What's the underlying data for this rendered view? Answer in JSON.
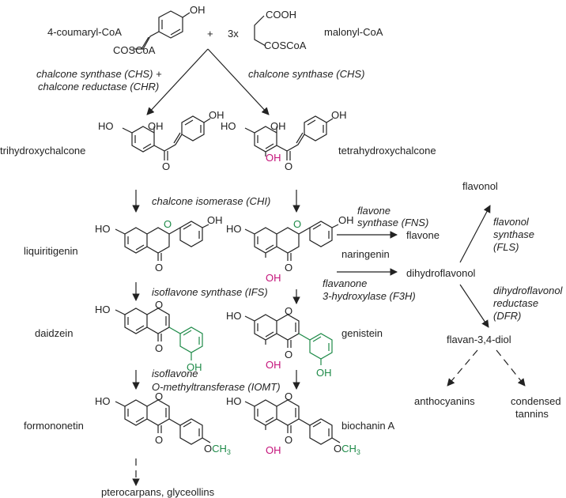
{
  "colors": {
    "text": "#222222",
    "magenta": "#c4127a",
    "green": "#1e8a48"
  },
  "reactants": {
    "coumaryl": "4-coumaryl-CoA",
    "plus": "+",
    "times": "3x",
    "malonyl": "malonyl-CoA",
    "oh": "OH",
    "coscoa": "COSCoA",
    "cooh": "COOH"
  },
  "enzymes": {
    "chs_chr_1": "chalcone synthase (CHS) +",
    "chs_chr_2": "chalcone reductase (CHR)",
    "chs": "chalcone synthase (CHS)",
    "chi": "chalcone isomerase (CHI)",
    "ifs": "isoflavone synthase (IFS)",
    "iomt_1": "isoflavone",
    "iomt_2": "O-methyltransferase (IOMT)",
    "fns_1": "flavone",
    "fns_2": "synthase (FNS)",
    "f3h_1": "flavanone",
    "f3h_2": "3-hydroxylase (F3H)",
    "fls_1": "flavonol",
    "fls_2": "synthase",
    "fls_3": "(FLS)",
    "dfr_1": "dihydroflavonol",
    "dfr_2": "reductase",
    "dfr_3": "(DFR)"
  },
  "compounds": {
    "trihydroxychalcone": "trihydroxychalcone",
    "tetrahydroxychalcone": "tetrahydroxychalcone",
    "liquiritigenin": "liquiritigenin",
    "naringenin": "naringenin",
    "daidzein": "daidzein",
    "genistein": "genistein",
    "formononetin": "formononetin",
    "biochanin": "biochanin A",
    "pterocarpans": "pterocarpans, glyceollins",
    "flavone": "flavone",
    "flavonol": "flavonol",
    "dihydroflavonol": "dihydroflavonol",
    "flavandiol": "flavan-3,4-diol",
    "anthocyanins": "anthocyanins",
    "condensed_1": "condensed",
    "condensed_2": "tannins"
  },
  "atoms": {
    "HO": "HO",
    "OH": "OH",
    "O": "O",
    "OCH": "OCH",
    "sub3": "3"
  }
}
